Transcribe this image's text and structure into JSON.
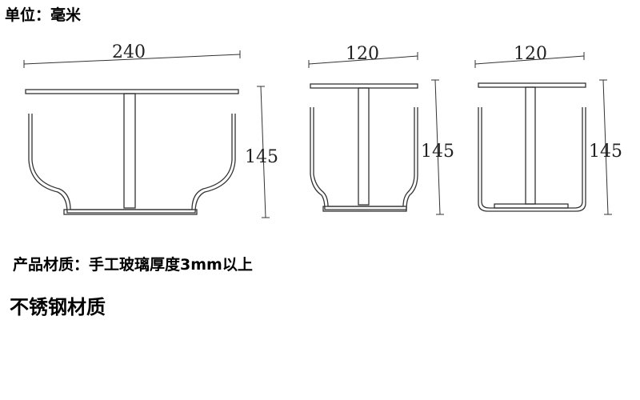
{
  "header": {
    "unit_label": "单位：毫米"
  },
  "diagrams": [
    {
      "name": "large-vase",
      "width_label": "240",
      "height_label": "145"
    },
    {
      "name": "medium-vase",
      "width_label": "120",
      "height_label": "145"
    },
    {
      "name": "small-vase",
      "width_label": "120",
      "height_label": "145"
    }
  ],
  "material": {
    "line1": "产品材质：手工玻璃厚度3mm以上",
    "line2": "不锈钢材质"
  },
  "colors": {
    "stroke": "#333333",
    "text": "#000000"
  }
}
